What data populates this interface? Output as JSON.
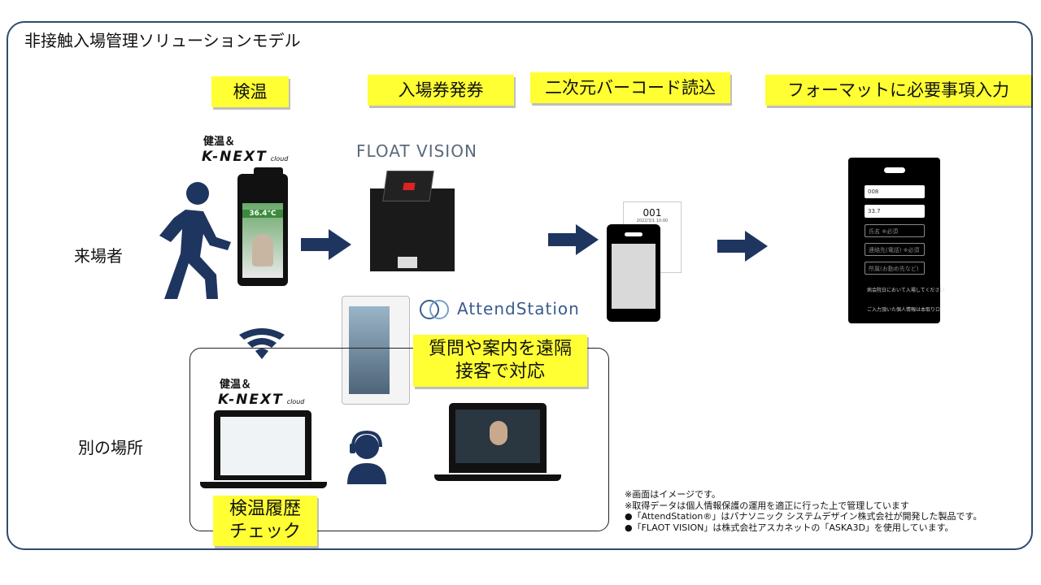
{
  "title": "非接触入場管理ソリューションモデル",
  "steps": [
    {
      "label": "検温"
    },
    {
      "label": "入場券発券"
    },
    {
      "label": "二次元バーコード読込"
    },
    {
      "label": "フォーマットに必要事項入力"
    }
  ],
  "rows": {
    "visitor": "来場者",
    "remote": "別の場所"
  },
  "kenon_brand": "健温＆",
  "knext_logo": "K-NEXT",
  "knext_cloud": "cloud",
  "thermometer_reading": "36.4°C",
  "float_vision": "FLOAT VISION",
  "attend_station": "AttendStation",
  "ticket": {
    "number": "001",
    "date": "2022/3/1 10:00"
  },
  "form": {
    "values": [
      "008",
      "33.7"
    ],
    "placeholders": [
      "氏名 ※必須",
      "連絡先(電話) ※必須",
      "所属(お勤め先など)"
    ],
    "note": "病会院日において入場してください",
    "note2": "ご入力頂いた個人情報は本取りロ"
  },
  "remote_label": {
    "line1": "質問や案内を遠隔",
    "line2": "接客で対応"
  },
  "history_label": {
    "line1": "検温履歴",
    "line2": "チェック"
  },
  "notes": [
    "※画面はイメージです。",
    "※取得データは個人情報保護の運用を適正に行った上で管理しています",
    "●「AttendStation®」はパナソニック システムデザイン株式会社が開発した製品です。",
    "●「FLAOT VISION」は株式会社アスカネットの「ASKA3D」を使用しています。"
  ],
  "colors": {
    "accent_yellow": "#ffff33",
    "navy": "#1e3560",
    "frame": "#2f4a6e"
  }
}
